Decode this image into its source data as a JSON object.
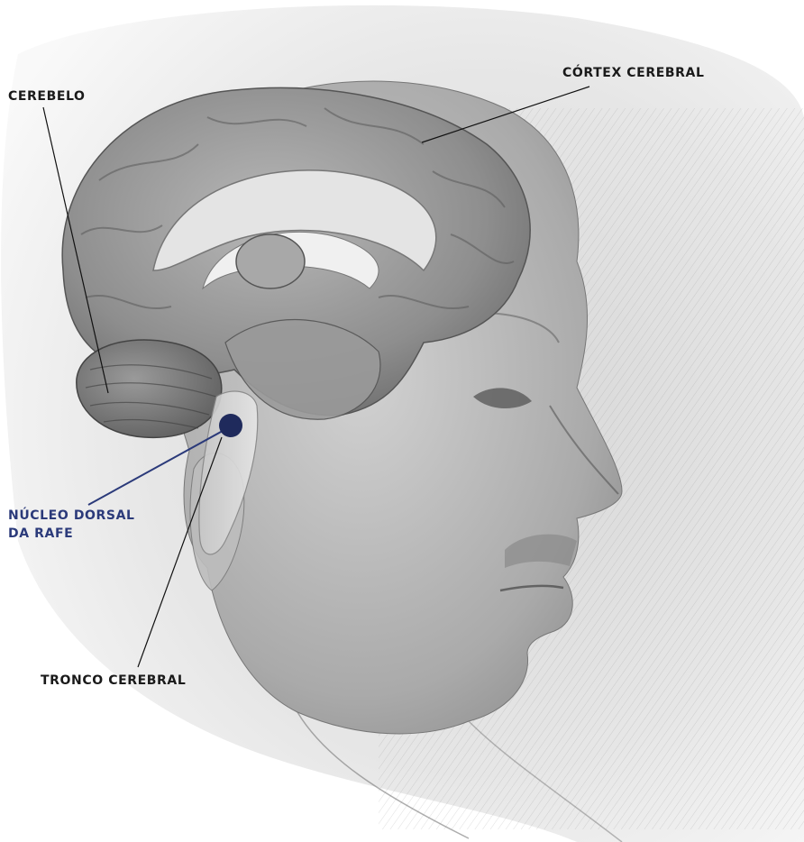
{
  "labels": {
    "cerebelo": "CEREBELO",
    "cortex": "CÓRTEX CEREBRAL",
    "nucleo_line1": "NÚCLEO DORSAL",
    "nucleo_line2": "DA RAFE",
    "tronco": "TRONCO CEREBRAL"
  },
  "colors": {
    "text": "#1a1a1a",
    "accent": "#2b3a7a",
    "marker": "#1f2a5c"
  },
  "icons": {
    "marker": "filled-circle"
  }
}
